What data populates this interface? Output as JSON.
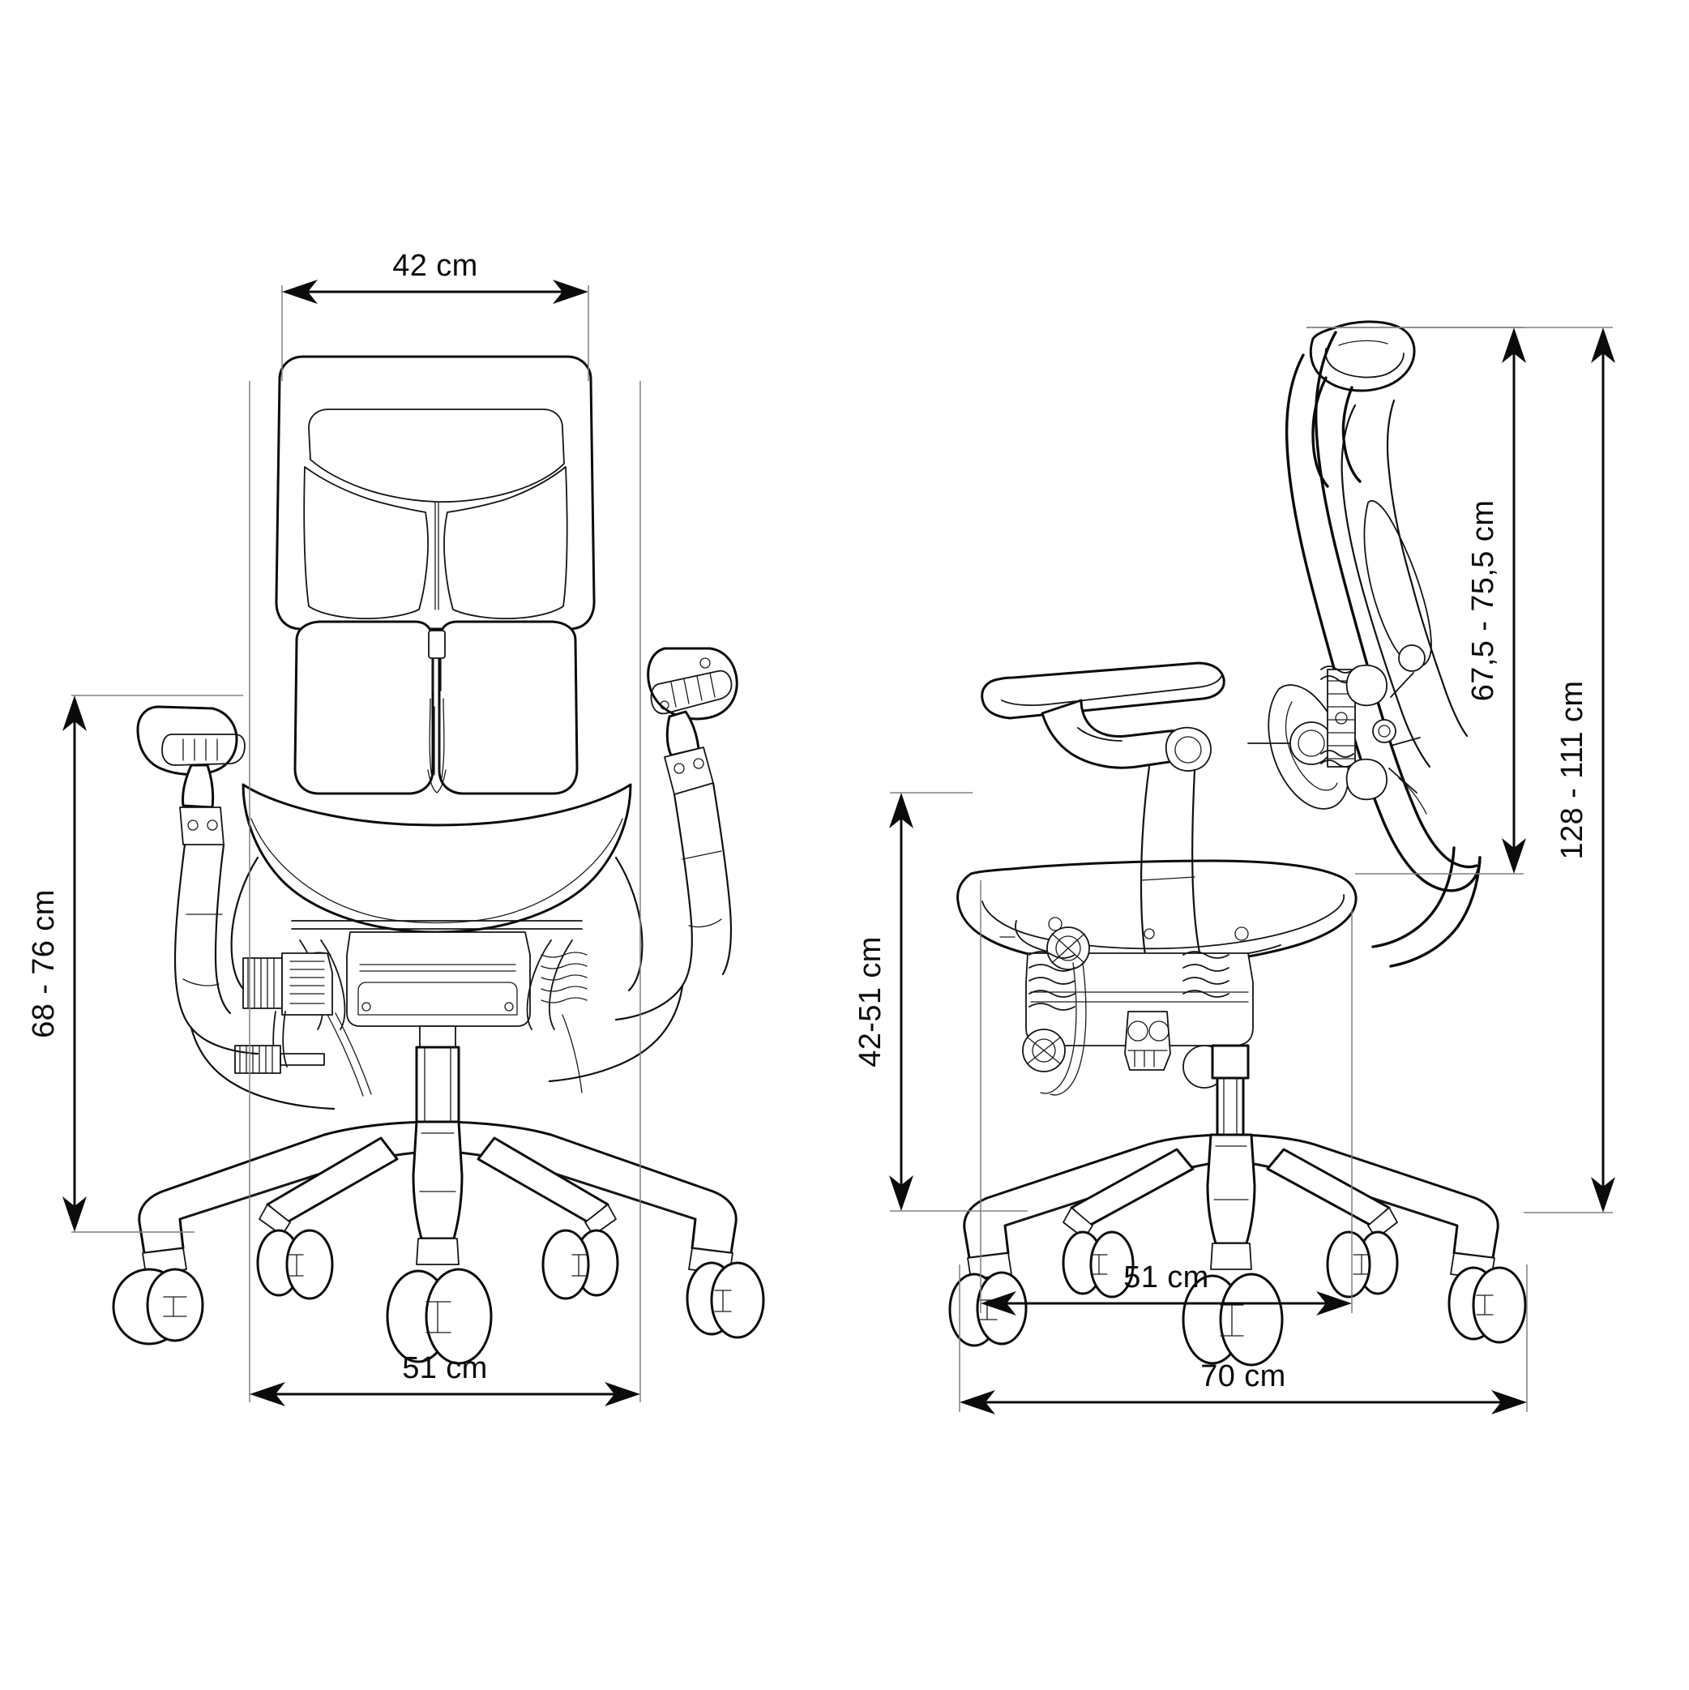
{
  "document": {
    "type": "technical-dimension-drawing",
    "subject": "ergonomic mesh office chair",
    "views": [
      "front-elevation",
      "side-elevation"
    ],
    "background_color": "#ffffff",
    "line_color": "#0b0b0b",
    "extension_line_color": "#808080",
    "unit": "cm"
  },
  "front_view": {
    "name": "front-elevation",
    "dimensions": {
      "backrest_width": {
        "label": "42 cm",
        "value": 42,
        "unit": "cm",
        "orientation": "horizontal",
        "position": "top",
        "measures": "backrest width"
      },
      "seat_height_range": {
        "label": "68 - 76 cm",
        "min": 68,
        "max": 76,
        "unit": "cm",
        "orientation": "vertical",
        "position": "left",
        "measures": "armrest height from floor"
      },
      "base_width": {
        "label": "51 cm",
        "value": 51,
        "unit": "cm",
        "orientation": "horizontal",
        "position": "bottom",
        "measures": "base / caster span width"
      }
    }
  },
  "side_view": {
    "name": "side-elevation",
    "dimensions": {
      "backrest_height_range": {
        "label": "67,5 - 75,5 cm",
        "min": 67.5,
        "max": 75.5,
        "unit": "cm",
        "orientation": "vertical",
        "position": "inner-right",
        "measures": "backrest plus headrest height above seat"
      },
      "total_height_range": {
        "label": "128 - 111 cm",
        "min": 111,
        "max": 128,
        "unit": "cm",
        "orientation": "vertical",
        "position": "outer-right",
        "measures": "overall chair height"
      },
      "seat_height_range": {
        "label": "42-51 cm",
        "min": 42,
        "max": 51,
        "unit": "cm",
        "orientation": "vertical",
        "position": "left",
        "measures": "seat height from floor"
      },
      "seat_depth": {
        "label": "51 cm",
        "value": 51,
        "unit": "cm",
        "orientation": "horizontal",
        "position": "bottom-inner",
        "measures": "seat depth"
      },
      "base_depth": {
        "label": "70 cm",
        "value": 70,
        "unit": "cm",
        "orientation": "horizontal",
        "position": "bottom-outer",
        "measures": "overall depth including casters"
      }
    }
  },
  "parts": {
    "headrest": "headrest",
    "backrest": "mesh backrest",
    "lumbar": "lumbar support",
    "seat": "seat pan",
    "armrest": "adjustable armrest",
    "gas_lift": "gas lift cylinder",
    "base": "five-star base",
    "caster": "dual-wheel caster",
    "mechanism": "synchro tilt mechanism",
    "tension_knob": "tension adjustment knob"
  }
}
